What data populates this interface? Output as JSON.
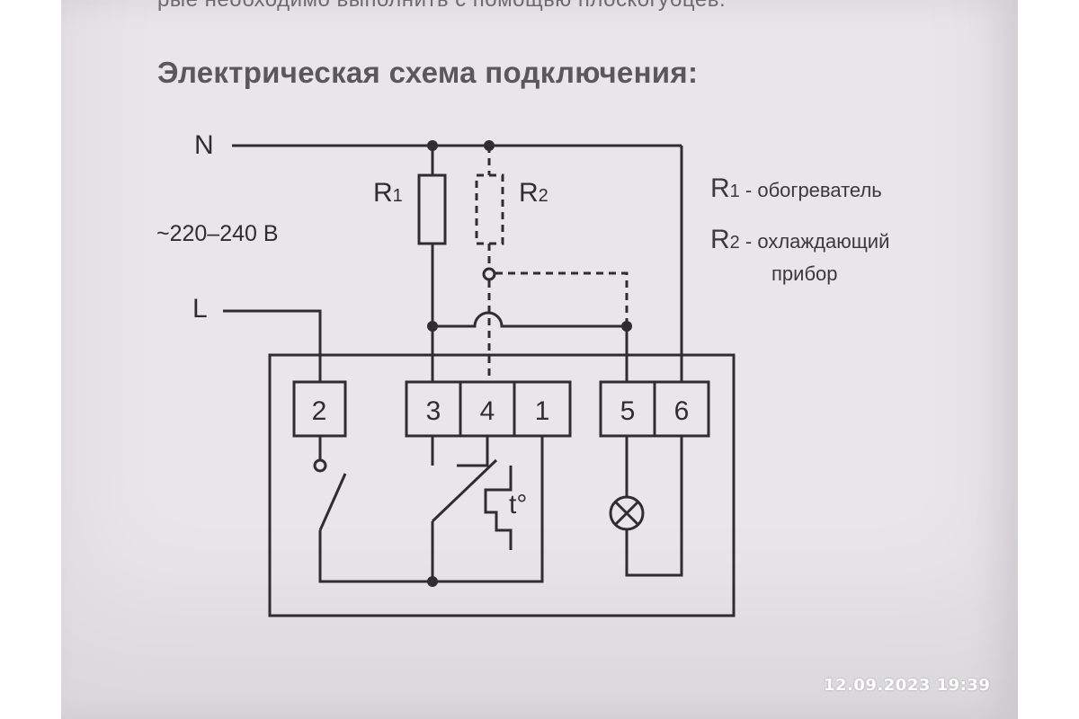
{
  "header": {
    "cut_line": "рые необходимо выполнить с помощью плоскогубцев.",
    "title": "Электрическая схема подключения:"
  },
  "diagram": {
    "neutral_label": "N",
    "line_label": "L",
    "voltage_label": "~220–240 В",
    "r1_label": "R",
    "r1_sub": "1",
    "r2_label": "R",
    "r2_sub": "2",
    "thermo_label": "t°",
    "terminals": [
      "2",
      "3",
      "4",
      "1",
      "5",
      "6"
    ]
  },
  "legend": {
    "r1_symbol": "R",
    "r1_sub": "1",
    "r1_text": " - обогреватель",
    "r2_symbol": "R",
    "r2_sub": "2",
    "r2_text": " - охлаждающий",
    "r2_text_line2": "прибор"
  },
  "timestamp": "12.09.2023  19:39",
  "colors": {
    "paper": "#e9e6ea",
    "ink": "#2e2d31",
    "heading": "#5a585d"
  }
}
